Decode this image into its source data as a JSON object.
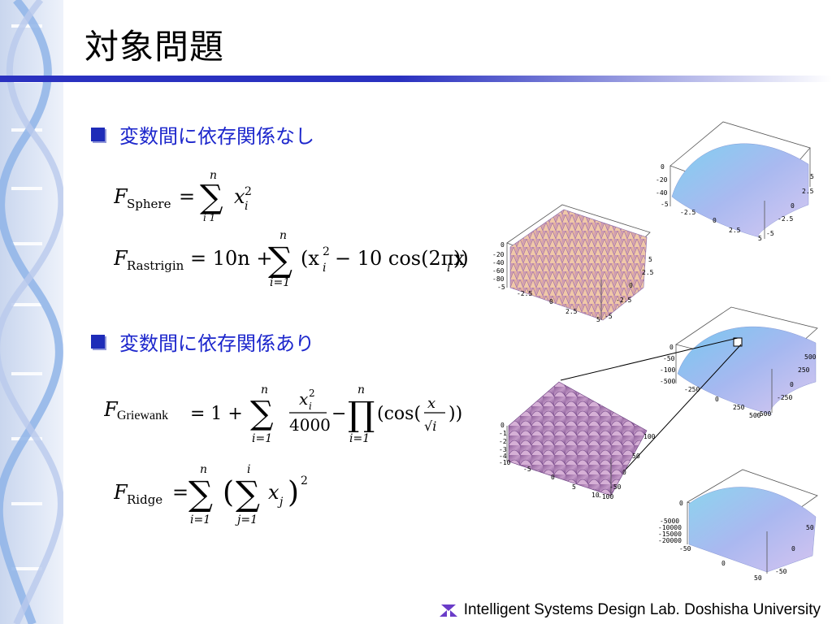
{
  "slide": {
    "title": "対象問題",
    "bullet1": "変数間に依存関係なし",
    "bullet2": "変数間に依存関係あり"
  },
  "formulas": {
    "sphere": {
      "name": "Sphere",
      "n": "n",
      "lower": "i 1"
    },
    "rastrigin": {
      "name": "Rastrigin",
      "n": "n",
      "lower": "i=1",
      "body": "(x² − 10 cos(2πx))",
      "prefix": "= 10n +"
    },
    "griewank": {
      "name": "Griewank",
      "n1": "n",
      "n2": "n",
      "lower": "i=1",
      "prefix": "= 1 +",
      "num": "x",
      "den": "4000",
      "cos_num": "x",
      "cos_den": "√i"
    },
    "ridge": {
      "name": "Ridge",
      "n": "n",
      "i": "i",
      "lower1": "i=1",
      "lower2": "j=1"
    }
  },
  "plots": {
    "sphere": {
      "z": [
        "0",
        "-20",
        "-40",
        "-5"
      ],
      "y": [
        "5",
        "2.5",
        "0",
        "-2.5",
        "-5"
      ],
      "x": [
        "-2.5",
        "0",
        "2.5",
        "5"
      ]
    },
    "rastrigin": {
      "z": [
        "0",
        "-20",
        "-40",
        "-60",
        "-80",
        "-5"
      ],
      "y": [
        "5",
        "2.5",
        "0",
        "-2.5",
        "-5"
      ],
      "x": [
        "-2.5",
        "0",
        "2.5",
        "5"
      ]
    },
    "griewank_outer": {
      "z": [
        "0",
        "-50",
        "-100",
        "-500"
      ],
      "y": [
        "500",
        "250",
        "0",
        "-250",
        "-500"
      ],
      "x": [
        "-250",
        "0",
        "250",
        "500"
      ]
    },
    "griewank_inner": {
      "z": [
        "0",
        "-1",
        "-2",
        "-3",
        "-4",
        "-10"
      ],
      "y": [
        "100",
        "50",
        "0",
        "-50",
        "-100"
      ],
      "x": [
        "-5",
        "0",
        "5",
        "10"
      ]
    },
    "ridge": {
      "z": [
        "0",
        "-5000",
        "-10000",
        "-15000",
        "-20000",
        "-50"
      ],
      "y": [
        "50",
        "0",
        "-50"
      ],
      "x": [
        "0",
        "50"
      ]
    }
  },
  "footer": {
    "text": "Intelligent Systems Design Lab. Doshisha University",
    "logo_color": "#6a3cc8"
  },
  "colors": {
    "accent": "#2a31c0",
    "bullet_text": "#1d27cc"
  }
}
